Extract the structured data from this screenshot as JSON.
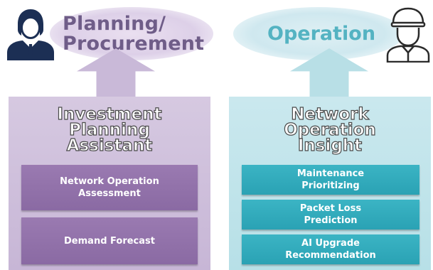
{
  "left": {
    "title_line1": "Planning/",
    "title_line2": "Procurement",
    "panel_title": [
      "Investment",
      "Planning",
      "Assistant"
    ],
    "boxes": [
      {
        "lines": [
          "Network Operation",
          "Assessment"
        ]
      },
      {
        "lines": [
          "Demand Forecast"
        ]
      }
    ]
  },
  "right": {
    "title": "Operation",
    "panel_title": [
      "Network",
      "Operation",
      "Insight"
    ],
    "boxes": [
      {
        "lines": [
          "Maintenance",
          "Prioritizing"
        ]
      },
      {
        "lines": [
          "Packet Loss",
          "Prediction"
        ]
      },
      {
        "lines": [
          "AI Upgrade",
          "Recommendation"
        ]
      }
    ]
  },
  "colors": {
    "left_title": "#6f5d88",
    "right_title": "#54b3c2",
    "left_panel": "#c7b6d6",
    "right_panel": "#b7e0e7",
    "left_box": "#8a6aa3",
    "right_box": "#2aa2b4",
    "icon_navy": "#1c2f54"
  },
  "icons": [
    "businessman-icon",
    "worker-icon"
  ]
}
